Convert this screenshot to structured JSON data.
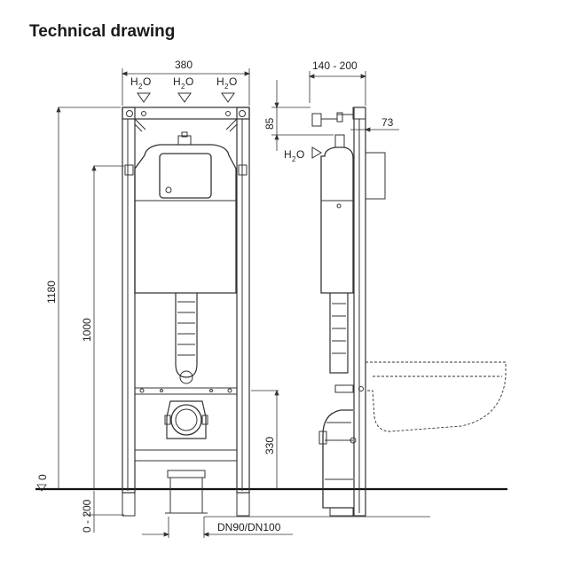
{
  "title": "Technical drawing",
  "front_view": {
    "dim_width": "380",
    "water_label_main": "H",
    "water_label_sub": "2",
    "water_label_end": "O",
    "dim_total_height": "1180",
    "dim_height_1000": "1000",
    "dim_height_330": "330",
    "dim_zero": "0",
    "dim_adjust": "0 - 200",
    "dim_pipe": "DN90/DN100"
  },
  "side_view": {
    "dim_depth_range": "140 - 200",
    "dim_85": "85",
    "dim_73": "73"
  }
}
